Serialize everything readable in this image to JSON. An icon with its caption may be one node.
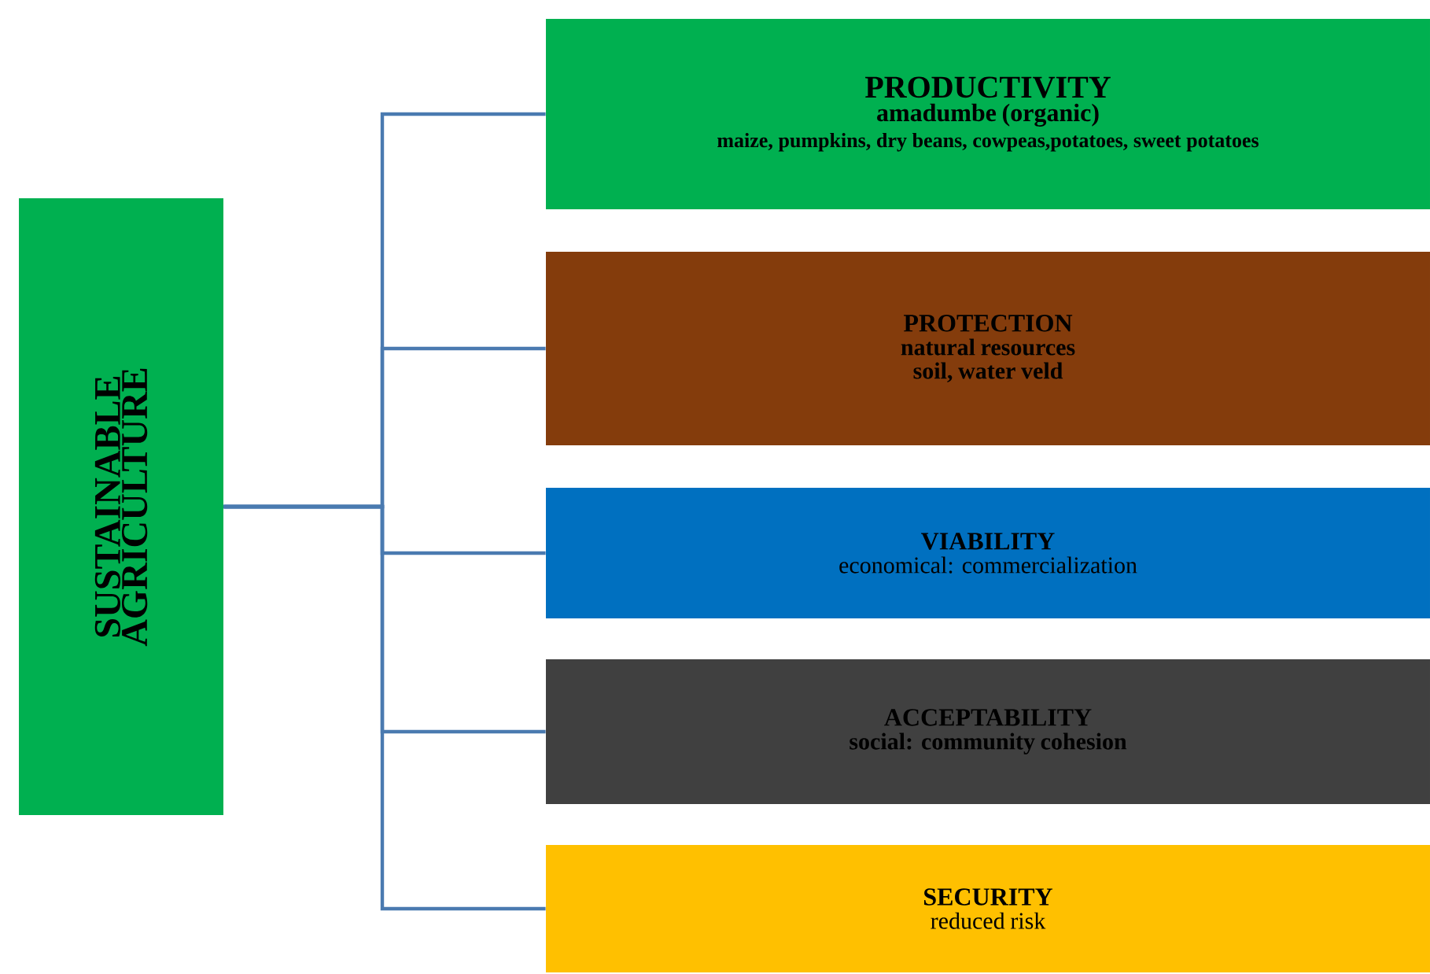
{
  "diagram": {
    "nodes": [
      {
        "text": [
          "SUSTAINABLE AGRICULTURE"
        ]
      },
      {
        "text": [
          "PRODUCTIVITY",
          "amadumbe (organic)",
          "maize, pumpkins, dry beans, cowpeas,potatoes, sweet potatoes"
        ]
      },
      {
        "text": [
          "PROTECTION",
          "natural resources",
          "soil, water veld"
        ]
      },
      {
        "text": [
          "VIABILITY",
          "economical: commercialization"
        ]
      },
      {
        "text": [
          "ACCEPTABILITY",
          "social: community cohesion"
        ]
      },
      {
        "text": [
          "SECURITY",
          "reduced risk"
        ]
      }
    ],
    "edges": [
      {
        "from": 0,
        "to": 1,
        "arrow": "none"
      },
      {
        "from": 0,
        "to": 2,
        "arrow": "none"
      },
      {
        "from": 0,
        "to": 3,
        "arrow": "none"
      },
      {
        "from": 0,
        "to": 4,
        "arrow": "none"
      },
      {
        "from": 0,
        "to": 5,
        "arrow": "none"
      }
    ]
  }
}
